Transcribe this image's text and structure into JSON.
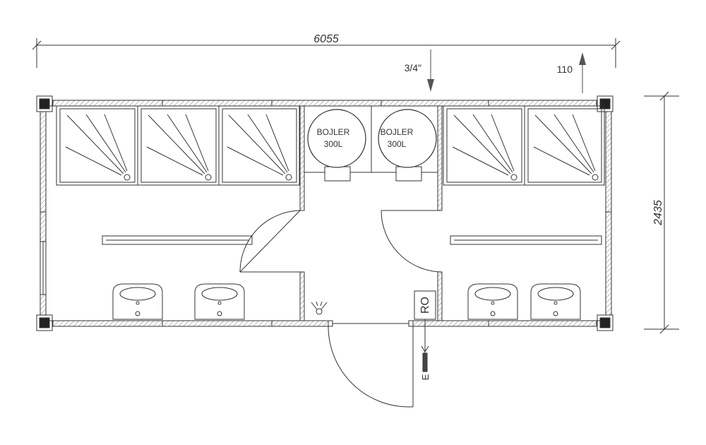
{
  "dimensions": {
    "overall_width": "6055",
    "overall_depth": "2435"
  },
  "annotations": {
    "water_inlet": "3/4\"",
    "drain_outlet": "110"
  },
  "equipment": {
    "boilers": [
      {
        "line1": "BOJLER",
        "line2": "300L"
      },
      {
        "line1": "BOJLER",
        "line2": "300L"
      }
    ],
    "distribution_board": "RO",
    "electric_supply": "E"
  },
  "colors": {
    "line": "#333333",
    "hatch": "#777777",
    "arrow": "#666666"
  }
}
